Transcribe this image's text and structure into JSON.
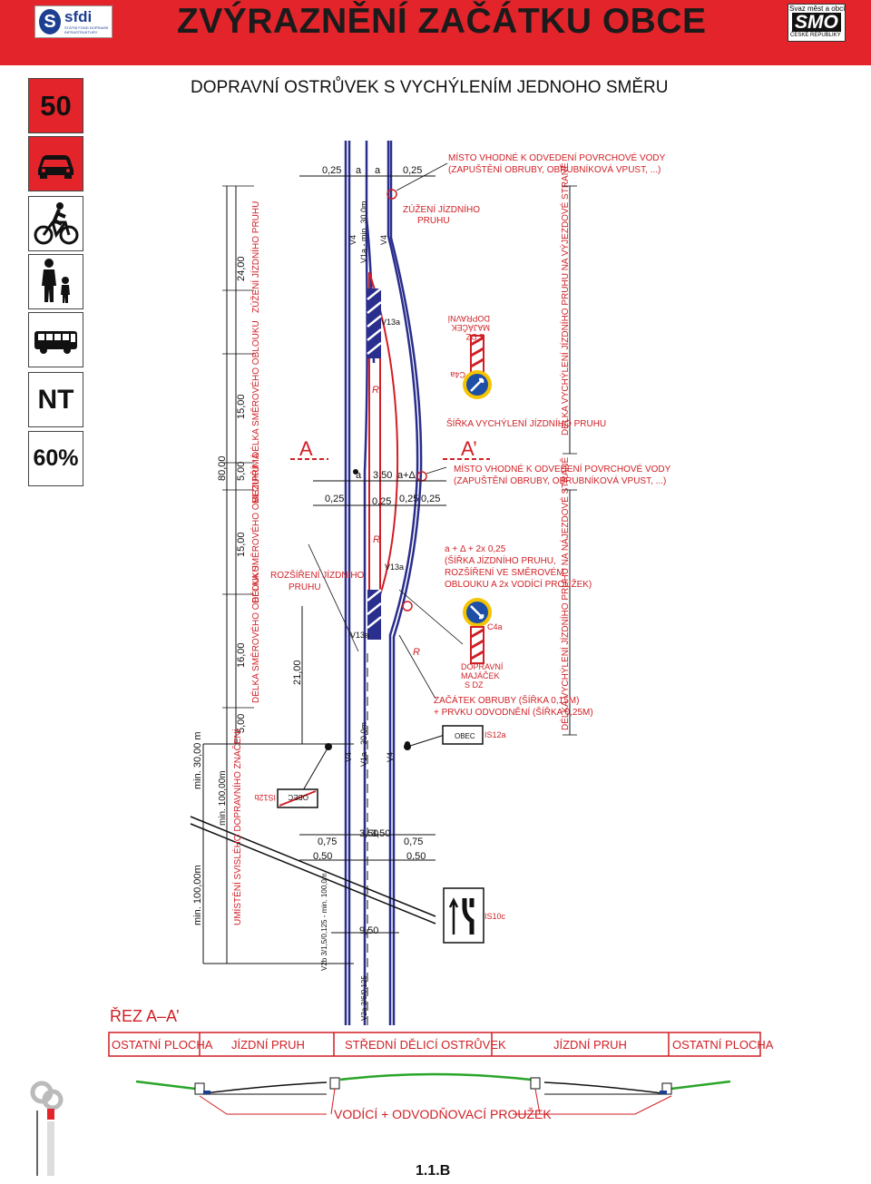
{
  "header": {
    "title": "ZVÝRAZNĚNÍ ZAČÁTKU OBCE",
    "logo_left_text": "sfdi",
    "logo_left_sub": "STÁTNÍ FOND DOPRAVNÍ INFRASTRUKTURY",
    "logo_right_top": "Svaz měst a obcí",
    "logo_right_main": "SMO",
    "logo_right_bottom": "ČESKÉ REPUBLIKY"
  },
  "subtitle": "DOPRAVNÍ OSTRŮVEK S VYCHÝLENÍM JEDNOHO SMĚRU",
  "sidebar": {
    "speed": "50",
    "nt": "NT",
    "slope": "60%",
    "icons": [
      "car-icon",
      "bicycle-icon",
      "pedestrian-icon",
      "bus-icon"
    ]
  },
  "drawing": {
    "dim_top": [
      "0,25",
      "a",
      "a",
      "0,25"
    ],
    "dim_mid_top": [
      "a",
      "3,50",
      "a+Δ"
    ],
    "dim_mid_bottom": [
      "0,25",
      "0,25",
      "0,25",
      "0,25"
    ],
    "dim_low_top": [
      "0,75",
      "3,50",
      "3,50",
      "0,75"
    ],
    "dim_low_bottom": [
      "0,50",
      "0,50"
    ],
    "dim_width": "9,50",
    "vertical_dims": [
      "80,00",
      "24,00",
      "15,00",
      "5,00",
      "15,00",
      "16,00",
      "5,00",
      "21,00",
      "min. 100,00m",
      "min. 30,00 m",
      "min. 100,00m"
    ],
    "vertical_labels": [
      "ZÚŽENÍ JÍZDNÍHO PRUHU",
      "DÉLKA SMĚROVÉHO OBLOUKU",
      "MEZIPŘÍMÁ",
      "DÉLKA SMĚROVÉHO OBLOUKU",
      "DÉLKA SMĚROVÉHO OBLOUKU",
      "UMÍSTĚNÍ SVISLÉHO DOPRAVNÍHO ZNAČENÍ"
    ],
    "marking_codes": {
      "v4": "V4",
      "v13a": "V13a",
      "v1a_top": "V1a - min. 30,0m",
      "v1a_bottom": "V1a - 30,0m",
      "v2b": "V2b 3/1,5/0,125 - min. 100,0m",
      "v2a": "V2a 3/6/0,125",
      "r": "R"
    },
    "annotations": {
      "misto_top": "MÍSTO VHODNÉ K ODVEDENÍ POVRCHOVÉ VODY",
      "misto_top_2": "(ZAPUŠTĚNÍ OBRUBY, OBRUBNÍKOVÁ VPUST, ...)",
      "zuzeni": "ZÚŽENÍ JÍZDNÍHO",
      "zuzeni_2": "PRUHU",
      "sirka": "ŠÍŘKA VYCHÝLENÍ JÍZDNÍHO PRUHU",
      "section_a": "A",
      "section_a2": "A’",
      "misto_mid": "MÍSTO VHODNÉ K ODVEDENÍ POVRCHOVÉ VODY",
      "misto_mid_2": "(ZAPUŠTĚNÍ OBRUBY, OBRUBNÍKOVÁ VPUST, ...)",
      "formula_1": "a + Δ + 2x 0,25",
      "formula_2": "(ŠÍŘKA JÍZDNÍHO PRUHU,",
      "formula_3": "ROZŠÍŘENÍ VE SMĚROVÉM",
      "formula_4": "OBLOUKU A 2x VODÍCÍ PROUŽEK)",
      "rozsireni": "ROZŠÍŘENÍ JÍZDNÍHO",
      "rozsireni_2": "PRUHU",
      "zacatek_1": "ZAČÁTEK OBRUBY (ŠÍŘKA 0,15M)",
      "zacatek_2": "+ PRVKU ODVODNĚNÍ (ŠÍŘKA 0,25M)",
      "majacek_1": "DOPRAVNÍ",
      "majacek_2": "MAJÁČEK",
      "majacek_3": "S DZ",
      "c4a": "C4a",
      "obec": "OBEC",
      "is12a": "IS12a",
      "is12b": "IS12b",
      "is10c": "IS10c",
      "delka_vyjezd": "DÉLKA VYCHÝLENÍ JÍZDNÍHO PRUHU NA VÝJEZDOVÉ STRANĚ",
      "delka_najezd": "DÉLKA VYCHÝLENÍ JÍZDNÍHO PRUHU NA NÁJEZDOVÉ STRANĚ"
    },
    "section": {
      "title": "ŘEZ A–A’",
      "cells": [
        "OSTATNÍ PLOCHA",
        "JÍZDNÍ PRUH",
        "STŘEDNÍ DĚLICÍ OSTRŮVEK",
        "JÍZDNÍ PRUH",
        "OSTATNÍ PLOCHA"
      ],
      "strip_label": "VODÍCÍ + ODVODŇOVACÍ PROUŽEK"
    }
  },
  "page_number": "1.1.B",
  "colors": {
    "header_red": "#e3242b",
    "road_blue": "#2a2e8c",
    "annotation_red": "#d01f25",
    "green": "#2aa52a"
  }
}
